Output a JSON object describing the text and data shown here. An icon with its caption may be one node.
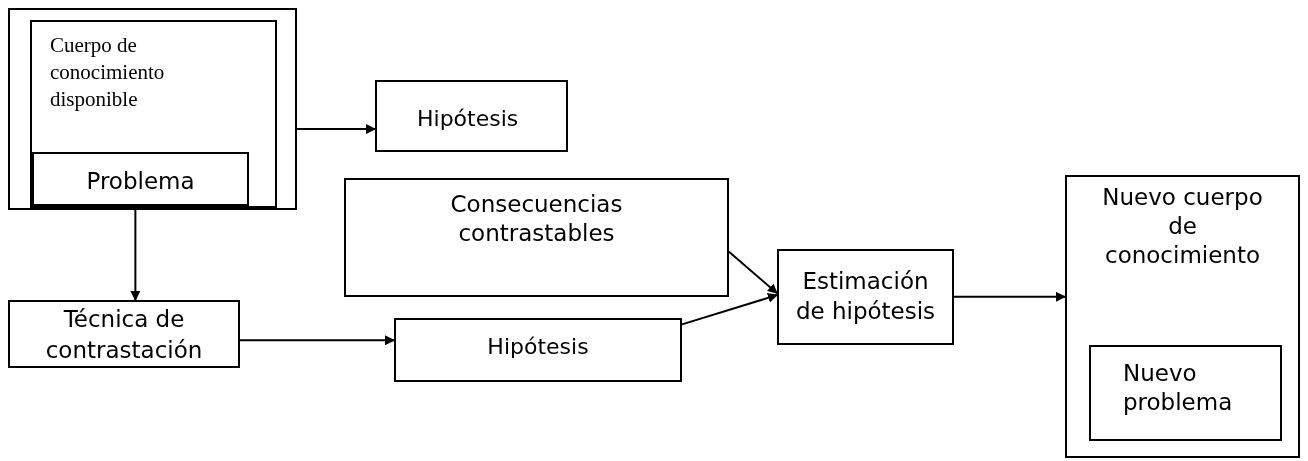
{
  "diagram": {
    "nodes": [
      {
        "text": [],
        "shape": "box"
      },
      {
        "text": [
          "Cuerpo de conocimiento disponible"
        ],
        "in": 0
      },
      {
        "text": [
          "Problema"
        ],
        "in": 1
      },
      {
        "text": [
          "Hipótesis"
        ]
      },
      {
        "text": [
          "Consecuencias contrastables"
        ]
      },
      {
        "text": [
          "Técnica de contrastación"
        ]
      },
      {
        "text": [
          "Hipótesis"
        ]
      },
      {
        "text": [
          "Estimación de hipótesis"
        ]
      },
      {
        "text": [
          "Nuevo cuerpo de conocimiento"
        ]
      },
      {
        "text": [
          "Nuevo problema"
        ],
        "in": 8
      }
    ],
    "edges": [
      {
        "from": 0,
        "to": 3,
        "arrow": "to"
      },
      {
        "from": 0,
        "to": 5,
        "arrow": "to"
      },
      {
        "from": 5,
        "to": 6,
        "arrow": "to"
      },
      {
        "from": 4,
        "to": 7,
        "arrow": "to"
      },
      {
        "from": 6,
        "to": 7,
        "arrow": "to"
      },
      {
        "from": 7,
        "to": 8,
        "arrow": "to"
      }
    ]
  }
}
